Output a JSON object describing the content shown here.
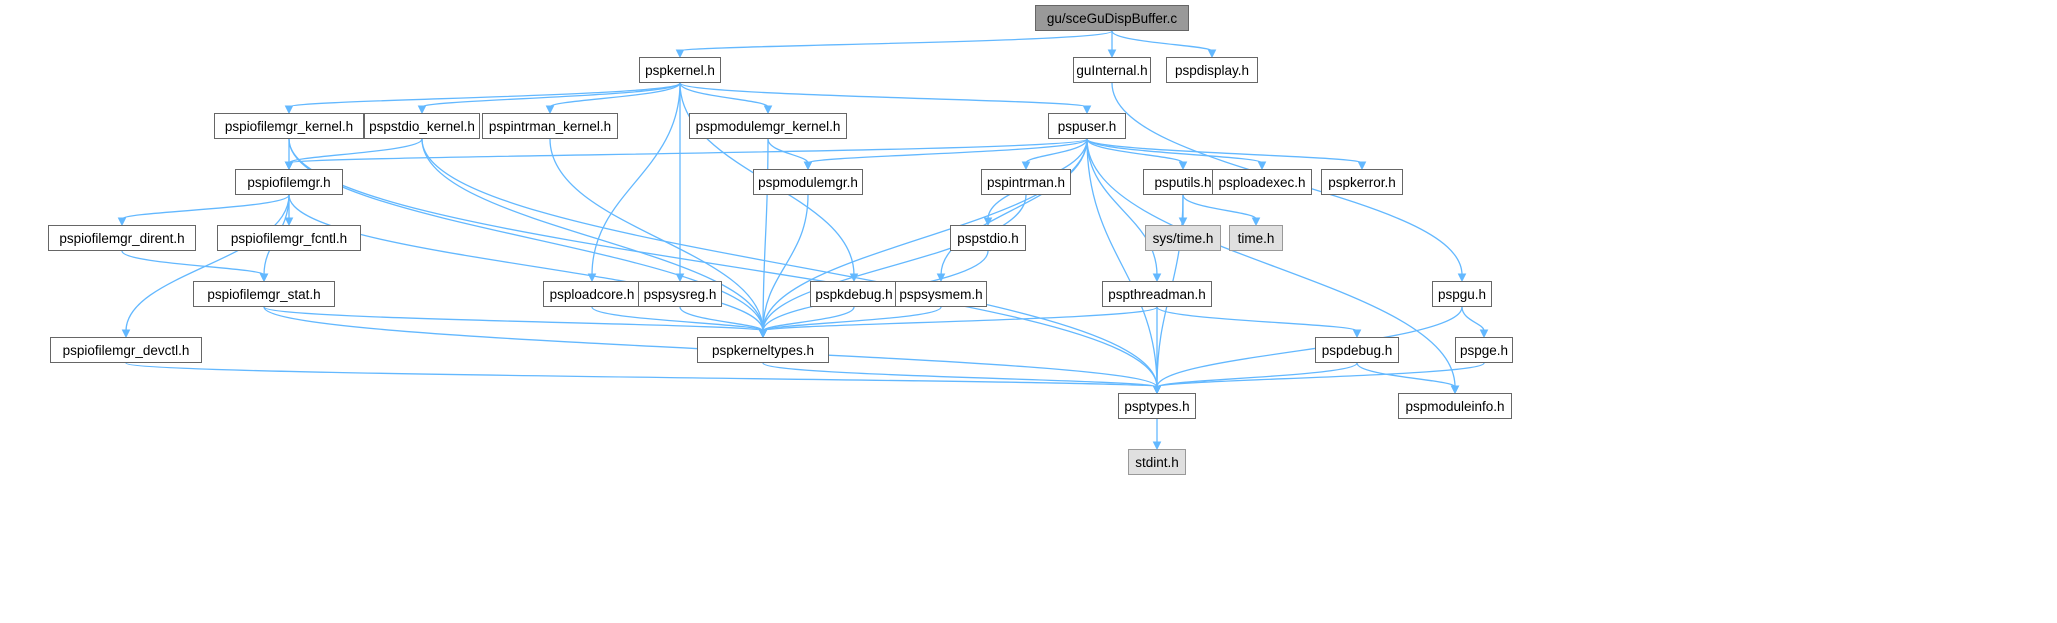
{
  "diagram": {
    "title": "gu/sceGuDispBuffer.c",
    "nodes": [
      {
        "id": "root",
        "label": "gu/sceGuDispBuffer.c",
        "kind": "root"
      },
      {
        "id": "pspkernel",
        "label": "pspkernel.h",
        "kind": "link"
      },
      {
        "id": "guInternal",
        "label": "guInternal.h",
        "kind": "link"
      },
      {
        "id": "pspdisplay",
        "label": "pspdisplay.h",
        "kind": "link"
      },
      {
        "id": "pspiofilemgr_kernel",
        "label": "pspiofilemgr_kernel.h",
        "kind": "link"
      },
      {
        "id": "pspstdio_kernel",
        "label": "pspstdio_kernel.h",
        "kind": "link"
      },
      {
        "id": "pspintrman_kernel",
        "label": "pspintrman_kernel.h",
        "kind": "link"
      },
      {
        "id": "pspmodulemgr_kernel",
        "label": "pspmodulemgr_kernel.h",
        "kind": "link"
      },
      {
        "id": "pspuser",
        "label": "pspuser.h",
        "kind": "link"
      },
      {
        "id": "pspiofilemgr",
        "label": "pspiofilemgr.h",
        "kind": "link"
      },
      {
        "id": "pspmodulemgr",
        "label": "pspmodulemgr.h",
        "kind": "link"
      },
      {
        "id": "pspintrman",
        "label": "pspintrman.h",
        "kind": "link"
      },
      {
        "id": "psputils",
        "label": "psputils.h",
        "kind": "link"
      },
      {
        "id": "psploadexec",
        "label": "psploadexec.h",
        "kind": "link"
      },
      {
        "id": "pspkerror",
        "label": "pspkerror.h",
        "kind": "link"
      },
      {
        "id": "pspiofilemgr_dirent",
        "label": "pspiofilemgr_dirent.h",
        "kind": "link"
      },
      {
        "id": "pspiofilemgr_fcntl",
        "label": "pspiofilemgr_fcntl.h",
        "kind": "link"
      },
      {
        "id": "pspstdio",
        "label": "pspstdio.h",
        "kind": "link"
      },
      {
        "id": "systime",
        "label": "sys/time.h",
        "kind": "external"
      },
      {
        "id": "time",
        "label": "time.h",
        "kind": "external"
      },
      {
        "id": "pspiofilemgr_stat",
        "label": "pspiofilemgr_stat.h",
        "kind": "link"
      },
      {
        "id": "psploadcore",
        "label": "psploadcore.h",
        "kind": "link"
      },
      {
        "id": "pspsysreg",
        "label": "pspsysreg.h",
        "kind": "link"
      },
      {
        "id": "pspkdebug",
        "label": "pspkdebug.h",
        "kind": "link"
      },
      {
        "id": "pspsysmem",
        "label": "pspsysmem.h",
        "kind": "link"
      },
      {
        "id": "pspthreadman",
        "label": "pspthreadman.h",
        "kind": "link"
      },
      {
        "id": "pspgu",
        "label": "pspgu.h",
        "kind": "link"
      },
      {
        "id": "pspiofilemgr_devctl",
        "label": "pspiofilemgr_devctl.h",
        "kind": "link"
      },
      {
        "id": "pspkerneltypes",
        "label": "pspkerneltypes.h",
        "kind": "link"
      },
      {
        "id": "pspdebug",
        "label": "pspdebug.h",
        "kind": "link"
      },
      {
        "id": "pspge",
        "label": "pspge.h",
        "kind": "link"
      },
      {
        "id": "psptypes",
        "label": "psptypes.h",
        "kind": "link"
      },
      {
        "id": "pspmoduleinfo",
        "label": "pspmoduleinfo.h",
        "kind": "link"
      },
      {
        "id": "stdint",
        "label": "stdint.h",
        "kind": "external"
      }
    ],
    "edges": [
      [
        "root",
        "pspkernel"
      ],
      [
        "root",
        "guInternal"
      ],
      [
        "root",
        "pspdisplay"
      ],
      [
        "pspkernel",
        "pspiofilemgr_kernel"
      ],
      [
        "pspkernel",
        "pspstdio_kernel"
      ],
      [
        "pspkernel",
        "pspintrman_kernel"
      ],
      [
        "pspkernel",
        "pspmodulemgr_kernel"
      ],
      [
        "pspkernel",
        "pspuser"
      ],
      [
        "pspkernel",
        "psploadcore"
      ],
      [
        "pspkernel",
        "pspsysreg"
      ],
      [
        "pspkernel",
        "pspkdebug"
      ],
      [
        "guInternal",
        "pspgu"
      ],
      [
        "pspiofilemgr_kernel",
        "pspiofilemgr"
      ],
      [
        "pspiofilemgr_kernel",
        "pspkerneltypes"
      ],
      [
        "pspiofilemgr_kernel",
        "psptypes"
      ],
      [
        "pspstdio_kernel",
        "pspiofilemgr"
      ],
      [
        "pspstdio_kernel",
        "pspkerneltypes"
      ],
      [
        "pspstdio_kernel",
        "psptypes"
      ],
      [
        "pspintrman_kernel",
        "pspkerneltypes"
      ],
      [
        "pspmodulemgr_kernel",
        "pspmodulemgr"
      ],
      [
        "pspmodulemgr_kernel",
        "pspkerneltypes"
      ],
      [
        "pspuser",
        "pspiofilemgr"
      ],
      [
        "pspuser",
        "pspmodulemgr"
      ],
      [
        "pspuser",
        "pspintrman"
      ],
      [
        "pspuser",
        "psputils"
      ],
      [
        "pspuser",
        "psploadexec"
      ],
      [
        "pspuser",
        "pspkerror"
      ],
      [
        "pspuser",
        "pspstdio"
      ],
      [
        "pspuser",
        "pspsysmem"
      ],
      [
        "pspuser",
        "pspthreadman"
      ],
      [
        "pspuser",
        "pspkerneltypes"
      ],
      [
        "pspuser",
        "psptypes"
      ],
      [
        "pspuser",
        "pspmoduleinfo"
      ],
      [
        "pspiofilemgr",
        "pspiofilemgr_dirent"
      ],
      [
        "pspiofilemgr",
        "pspiofilemgr_fcntl"
      ],
      [
        "pspiofilemgr",
        "pspiofilemgr_stat"
      ],
      [
        "pspiofilemgr",
        "pspiofilemgr_devctl"
      ],
      [
        "pspiofilemgr",
        "pspkerneltypes"
      ],
      [
        "pspiofilemgr_dirent",
        "pspiofilemgr_stat"
      ],
      [
        "pspiofilemgr_stat",
        "pspkerneltypes"
      ],
      [
        "pspiofilemgr_stat",
        "psptypes"
      ],
      [
        "pspiofilemgr_devctl",
        "psptypes"
      ],
      [
        "pspmodulemgr",
        "pspkerneltypes"
      ],
      [
        "pspintrman",
        "pspkerneltypes"
      ],
      [
        "pspstdio",
        "pspkerneltypes"
      ],
      [
        "psputils",
        "systime"
      ],
      [
        "psputils",
        "time"
      ],
      [
        "psputils",
        "psptypes"
      ],
      [
        "psploadcore",
        "pspkerneltypes"
      ],
      [
        "pspsysreg",
        "pspkerneltypes"
      ],
      [
        "pspkdebug",
        "pspkerneltypes"
      ],
      [
        "pspsysmem",
        "pspkerneltypes"
      ],
      [
        "pspthreadman",
        "pspkerneltypes"
      ],
      [
        "pspthreadman",
        "psptypes"
      ],
      [
        "pspthreadman",
        "pspdebug"
      ],
      [
        "pspdebug",
        "psptypes"
      ],
      [
        "pspdebug",
        "pspmoduleinfo"
      ],
      [
        "pspgu",
        "pspge"
      ],
      [
        "pspgu",
        "psptypes"
      ],
      [
        "pspge",
        "psptypes"
      ],
      [
        "pspkerneltypes",
        "psptypes"
      ],
      [
        "psptypes",
        "stdint"
      ]
    ]
  },
  "colors": {
    "edge": "#63b8ff",
    "node_border": "#666666",
    "root_fill": "#999999",
    "external_fill": "#e0e0e0",
    "external_border": "#999999"
  }
}
